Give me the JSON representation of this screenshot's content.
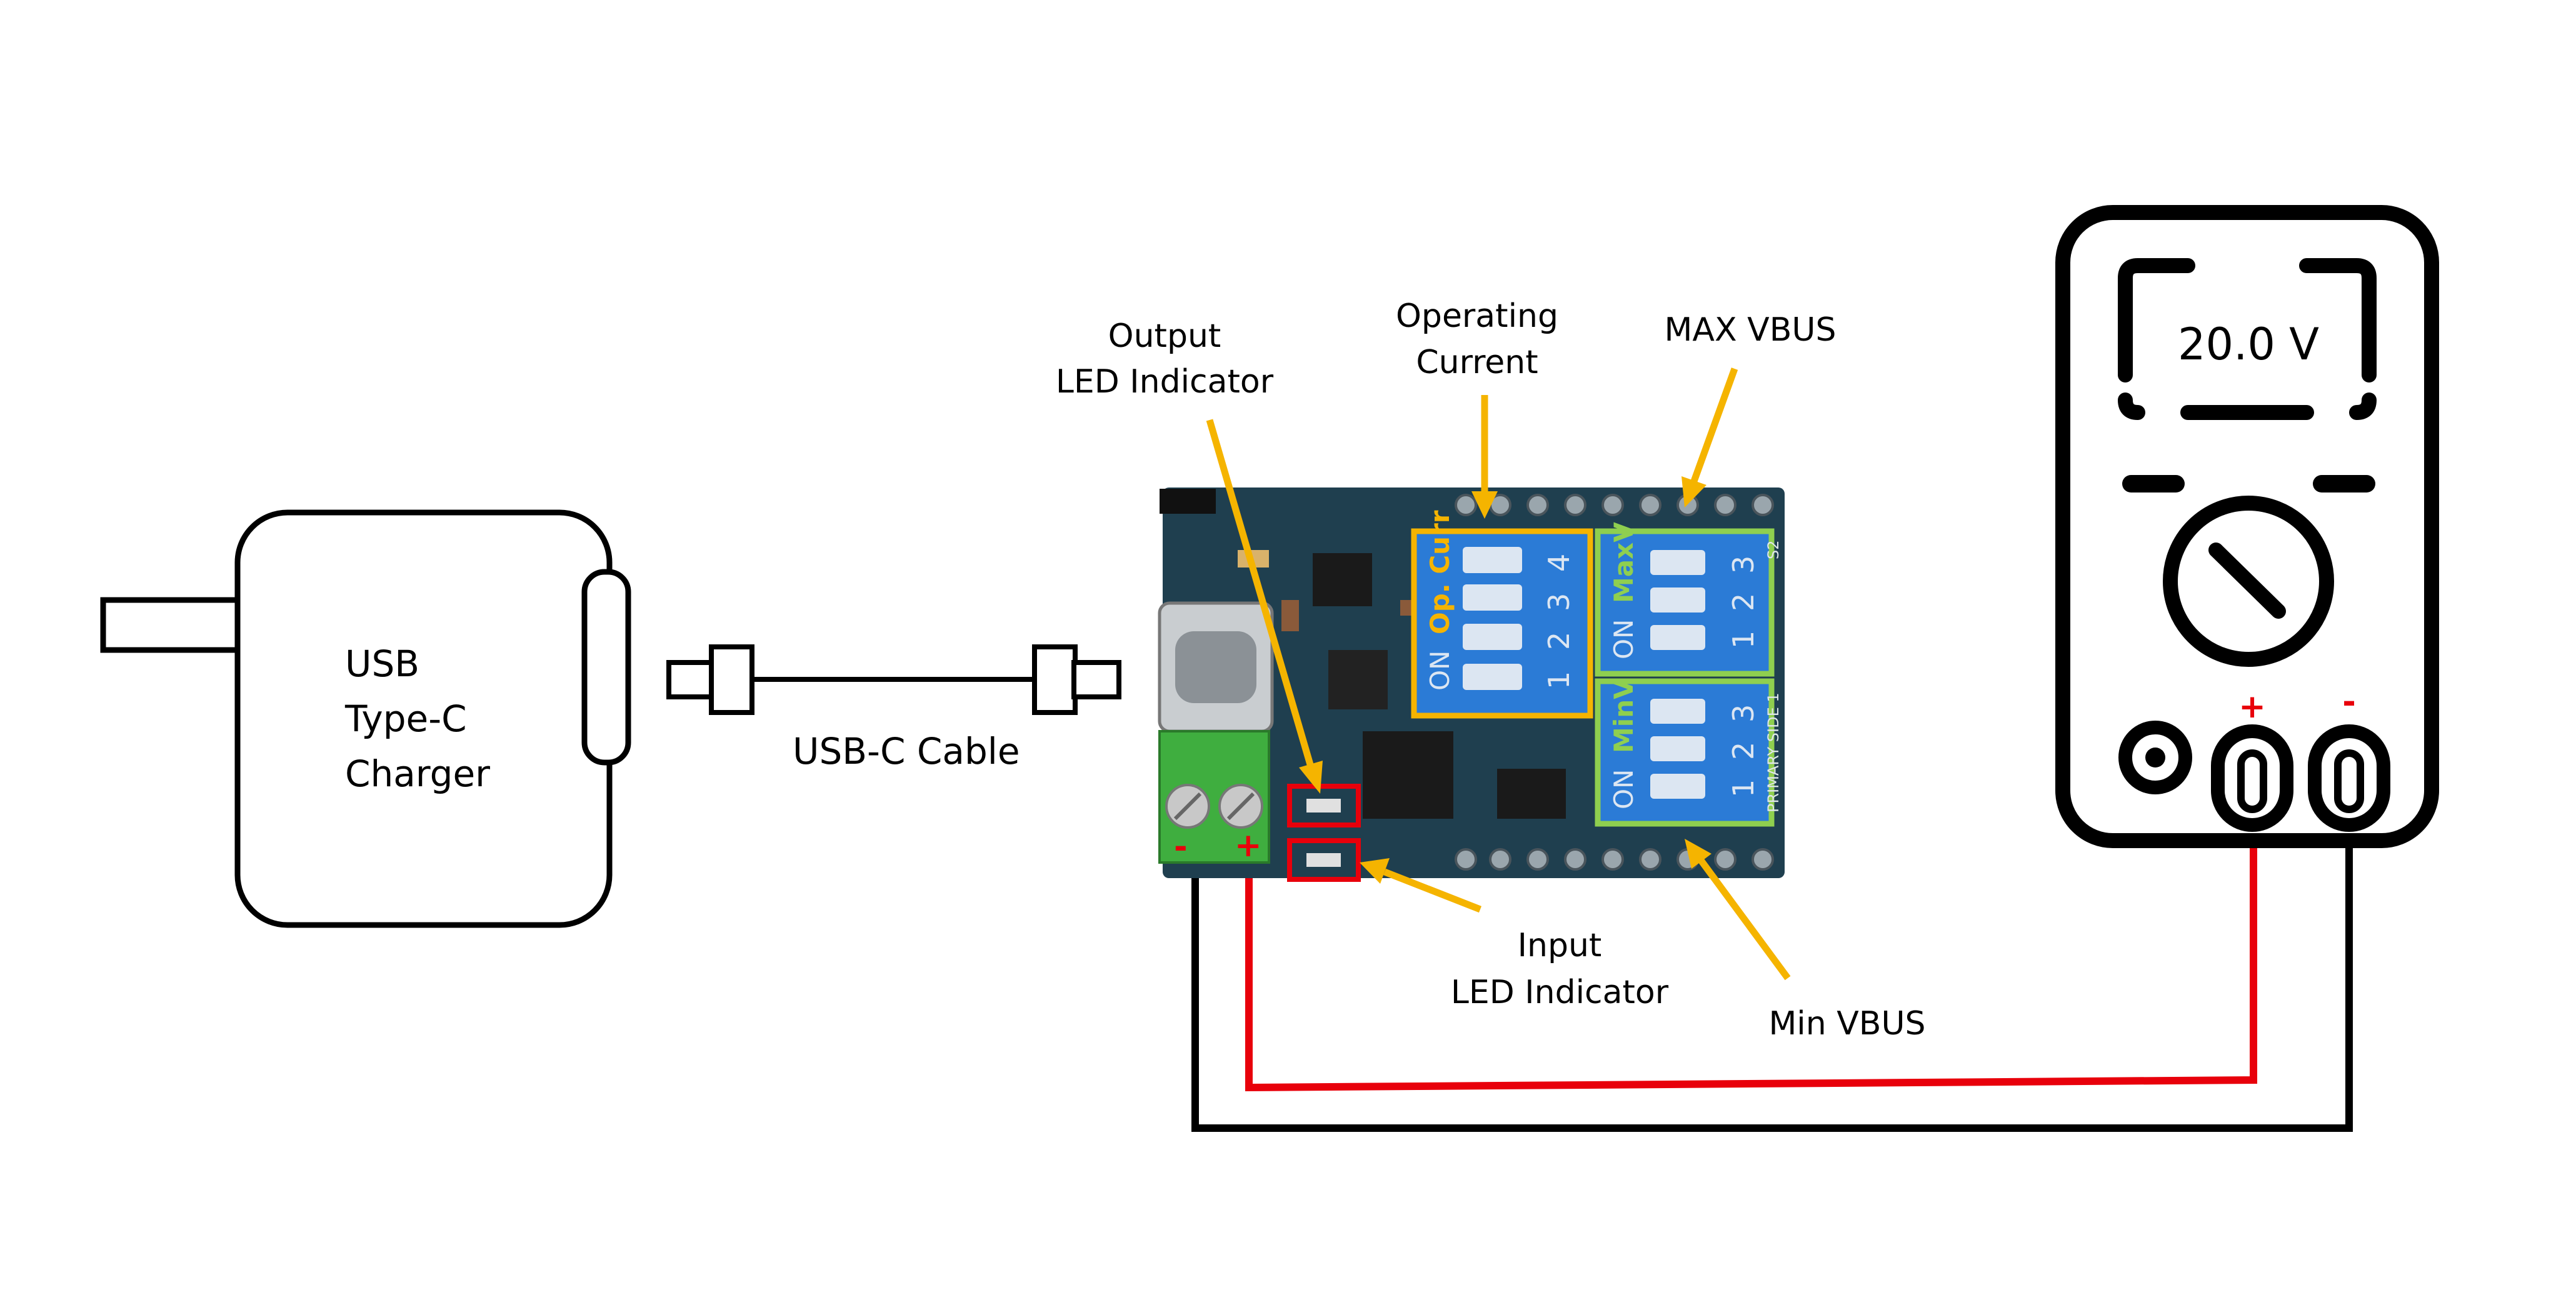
{
  "charger": {
    "line1": "USB",
    "line2": "Type-C",
    "line3": "Charger"
  },
  "cable": {
    "label": "USB-C Cable"
  },
  "callouts": {
    "output_led_line1": "Output",
    "output_led_line2": "LED Indicator",
    "operating_current_line1": "Operating",
    "operating_current_line2": "Current",
    "max_vbus": "MAX VBUS",
    "input_led_line1": "Input",
    "input_led_line2": "LED Indicator",
    "min_vbus": "Min VBUS"
  },
  "board": {
    "terminal_minus": "-",
    "terminal_plus": "+",
    "switch_opcurrent_title": "Op. Curr",
    "switch_opcurrent_on": "ON",
    "switch_opcurrent_numbers": [
      "1",
      "2",
      "3",
      "4"
    ],
    "switch_maxv_title": "MaxV",
    "switch_maxv_on": "ON",
    "switch_maxv_numbers": [
      "1",
      "2",
      "3"
    ],
    "switch_minv_title": "MinV",
    "switch_minv_on": "ON",
    "switch_minv_numbers": [
      "1",
      "2",
      "3"
    ],
    "silk_primary": "PRIMARY SIDE 1",
    "silk_s2": "S2"
  },
  "multimeter": {
    "display": "20.0 V",
    "probe_plus": "+",
    "probe_minus": "-"
  },
  "colors": {
    "callout_arrow": "#f5b400",
    "wire_positive": "#e8000b",
    "wire_negative": "#000000",
    "pcb": "#1f3f4f",
    "dip_switch": "#2b7bd6",
    "highlight_opcurrent": "#f5b400",
    "highlight_v": "#8fcf4f",
    "led_highlight": "#e8000b",
    "terminal_block": "#3fae3f"
  }
}
